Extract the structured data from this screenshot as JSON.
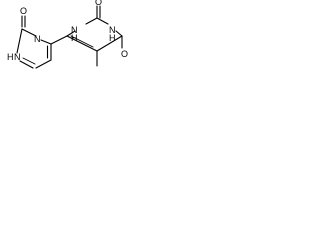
{
  "molecule": {
    "labels": {
      "left_ring_o": "O",
      "left_ring_n_top": "N",
      "left_ring_nh_bottom": "H",
      "left_ring_n_bottom": "N",
      "right_ring_o_top": "O",
      "right_ring_nh_left": "H",
      "right_ring_n_left": "N",
      "right_ring_nh_right": "H",
      "right_ring_n_right": "N",
      "right_ring_o_bottom": "O"
    }
  },
  "colors": {
    "ink": "#000000",
    "background": "#ffffff"
  }
}
